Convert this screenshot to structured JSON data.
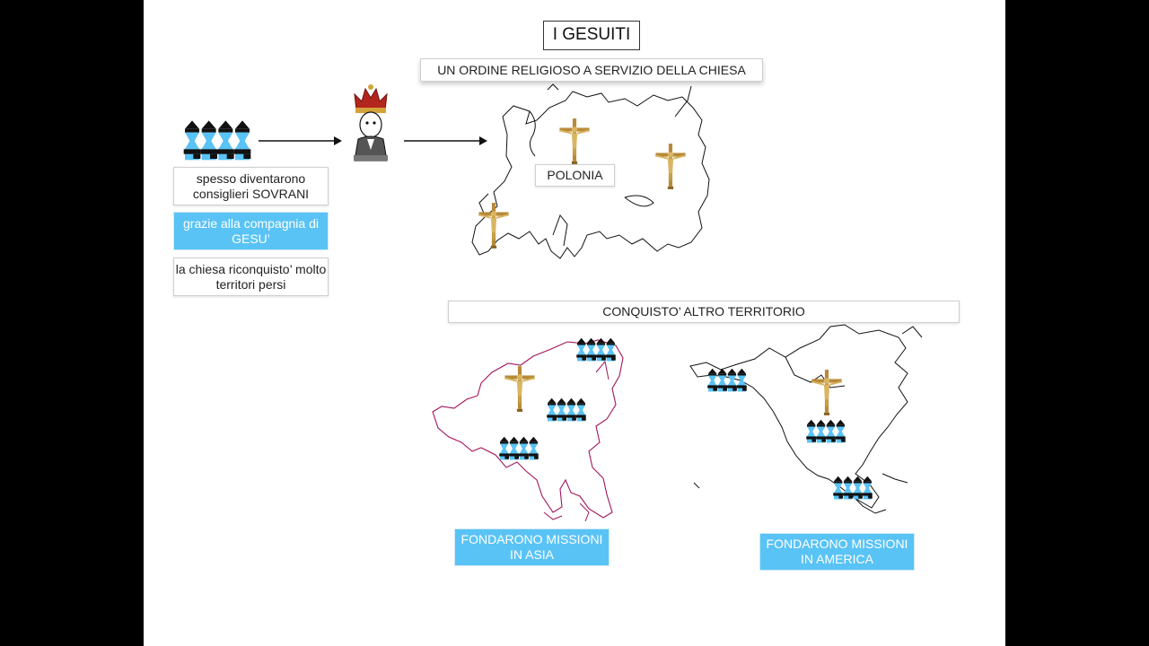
{
  "slide": {
    "title": "I GESUITI",
    "subtitle": "UN ORDINE RELIGIOSO A SERVIZIO DELLA CHIESA"
  },
  "europe": {
    "label": "POLONIA"
  },
  "notes": [
    {
      "text": "spesso diventarono consiglieri SOVRANI"
    },
    {
      "text": "grazie alla compagnia di GESU’"
    },
    {
      "text": "la chiesa riconquisto’ molto territori persi"
    }
  ],
  "conquest": {
    "label": "CONQUISTO’ ALTRO TERRITORIO"
  },
  "missions": {
    "asia": "FONDARONO MISSIONI IN ASIA",
    "america": "FONDARONO MISSIONI IN AMERICA"
  },
  "colors": {
    "accent_blue": "#5ac3f5",
    "asia_outline": "#a3145a",
    "cross_gold": "#c9a24a",
    "crown_red": "#b3261e",
    "background_bars": "#000000"
  },
  "icons": [
    "jesuit-group-icon",
    "king-icon",
    "crucifix-icon",
    "arrow-right-icon"
  ]
}
